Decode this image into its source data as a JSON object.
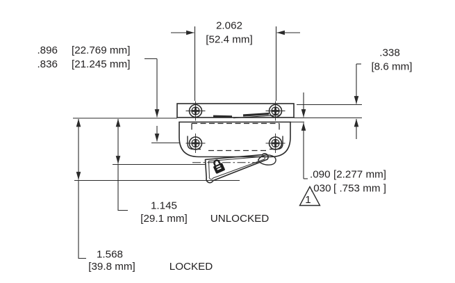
{
  "drawing": {
    "type": "engineering-dimension-drawing",
    "part": "paddle-latch-front-view",
    "states": {
      "unlocked": "UNLOCKED",
      "locked": "LOCKED"
    },
    "flag_note": "1",
    "dimensions": {
      "screw_spacing": {
        "in": "2.062",
        "mm": "[52.4 mm]"
      },
      "upper_offset_max": {
        "in": ".896",
        "mm": "[22.769 mm]"
      },
      "upper_offset_min": {
        "in": ".836",
        "mm": "[21.245 mm]"
      },
      "flange_height": {
        "in": ".338",
        "mm": "[8.6 mm]"
      },
      "panel_gap_max": {
        "in": ".090",
        "mm": "[2.277 mm]"
      },
      "panel_gap_min": {
        "in": ".030",
        "mm": "[ .753 mm ]"
      },
      "unlocked_depth": {
        "in": "1.145",
        "mm": "[29.1 mm]"
      },
      "locked_depth": {
        "in": "1.568",
        "mm": "[39.8 mm]"
      }
    },
    "colors": {
      "line": "#2a2a2a",
      "text": "#211f20",
      "background": "#ffffff"
    }
  }
}
